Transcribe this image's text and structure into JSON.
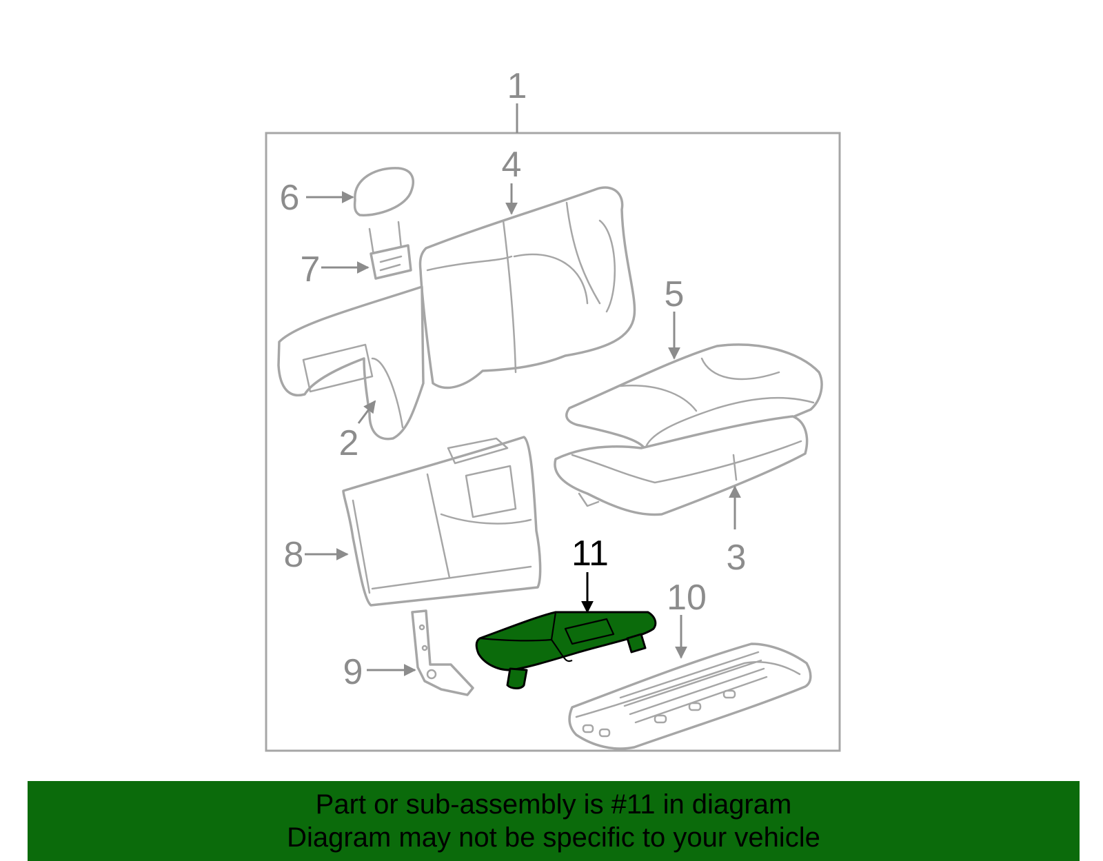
{
  "diagram": {
    "callouts": {
      "c1": "1",
      "c2": "2",
      "c3": "3",
      "c4": "4",
      "c5": "5",
      "c6": "6",
      "c7": "7",
      "c8": "8",
      "c9": "9",
      "c10": "10",
      "c11": "11"
    },
    "highlighted_part": "11"
  },
  "banner": {
    "line1": "Part or sub-assembly is #11 in diagram",
    "line2": "Diagram may not be specific to your vehicle"
  },
  "colors": {
    "highlight": "#0b6b0b",
    "banner_bg": "#0b6b0b",
    "part_stroke": "#a6a6a6",
    "callout_gray": "#8c8c8c"
  }
}
